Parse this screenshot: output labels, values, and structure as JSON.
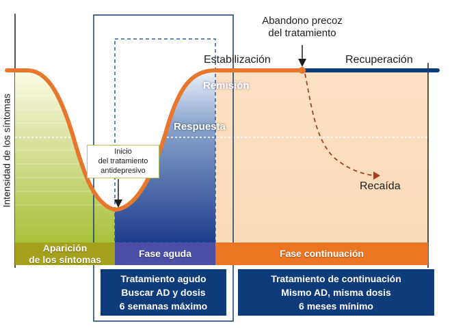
{
  "yaxis_label": "Intensidad de los síntomas",
  "labels": {
    "abandon_line1": "Abandono precoz",
    "abandon_line2": "del tratamiento",
    "stabilization": "Estabilización",
    "recovery": "Recuperación",
    "remission": "Remisión",
    "response": "Respuesta",
    "relapse": "Recaída",
    "start_line1": "Inicio",
    "start_line2": "del tratamiento",
    "start_line3": "antidepresivo"
  },
  "phases": {
    "onset_line1": "Aparición",
    "onset_line2": "de los síntomas",
    "acute": "Fase aguda",
    "continuation": "Fase continuación"
  },
  "treatments": {
    "acute_title": "Tratamiento agudo",
    "acute_line1": "Buscar AD y dosis",
    "acute_line2": "6 semanas máximo",
    "cont_title": "Tratamiento de continuación",
    "cont_line1": "Mismo AD, misma dosis",
    "cont_line2": "6 meses mínimo"
  },
  "colors": {
    "curve": "#e8772e",
    "recovery_line": "#0e3b7a",
    "onset_band": "#a4a11c",
    "acute_band": "#4d4fa6",
    "continuation_band": "#ec7524",
    "box_fill": "#0e3b7a"
  }
}
